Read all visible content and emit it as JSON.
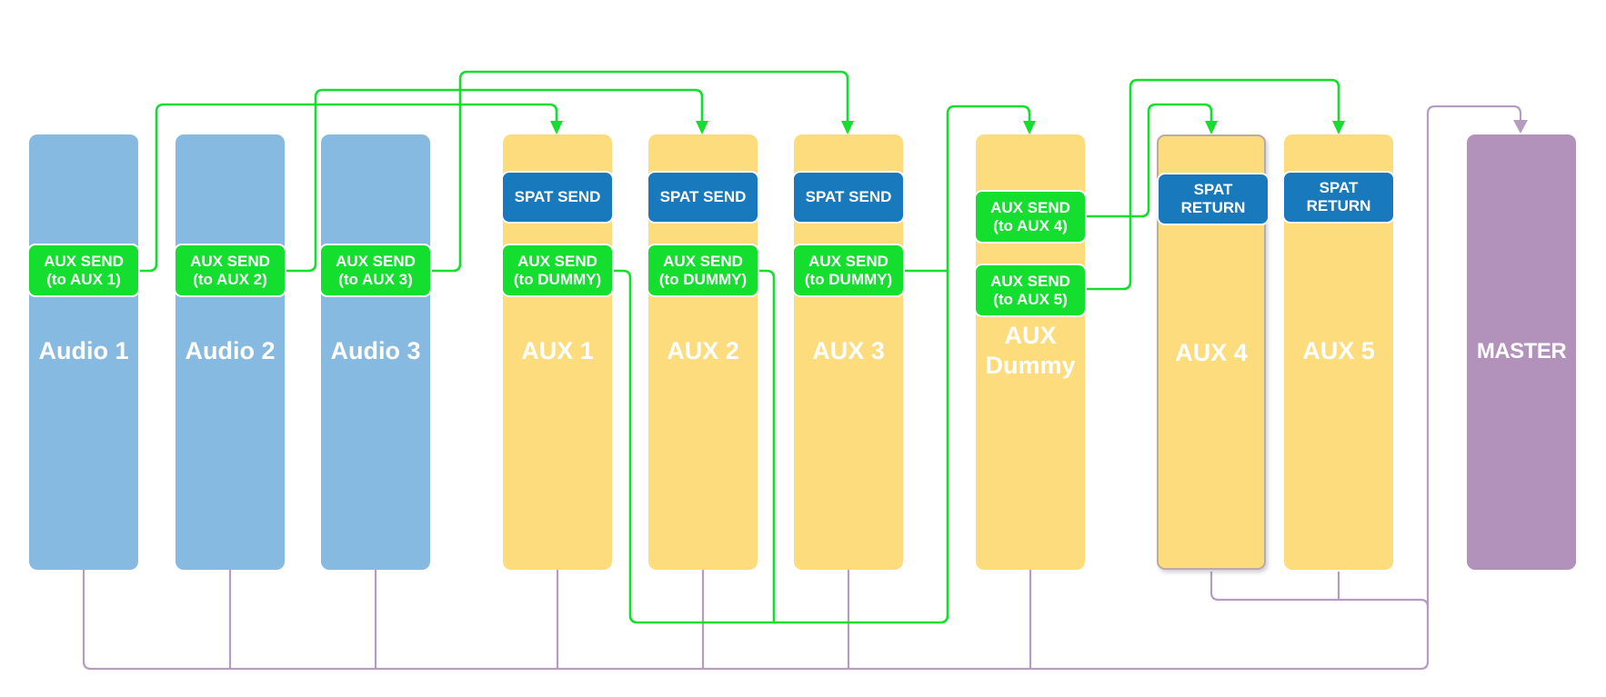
{
  "diagram_title": "",
  "colors": {
    "background": "#FFFFFF",
    "audio_channel": "#87BAE0",
    "aux_channel": "#FCDC7D",
    "master_channel": "#B291BA",
    "send_badge": "#14DF2E",
    "spat_badge": "#1879BC",
    "send_wire": "#14DF2E",
    "master_wire": "#B59CC0",
    "aux4_border": "#B8ABA8",
    "badge_text": "#FFFFFF",
    "label_text": "#FFFFFF"
  },
  "channels": [
    {
      "id": "audio-1",
      "label": "Audio 1",
      "type": "audio",
      "badges": [
        {
          "style": "green",
          "line1": "AUX SEND",
          "line2": "(to AUX 1)"
        }
      ]
    },
    {
      "id": "audio-2",
      "label": "Audio 2",
      "type": "audio",
      "badges": [
        {
          "style": "green",
          "line1": "AUX SEND",
          "line2": "(to AUX 2)"
        }
      ]
    },
    {
      "id": "audio-3",
      "label": "Audio 3",
      "type": "audio",
      "badges": [
        {
          "style": "green",
          "line1": "AUX SEND",
          "line2": "(to AUX 3)"
        }
      ]
    },
    {
      "id": "aux-1",
      "label": "AUX 1",
      "type": "aux",
      "badges": [
        {
          "style": "blue",
          "line1": "SPAT SEND"
        },
        {
          "style": "green",
          "line1": "AUX SEND",
          "line2": "(to DUMMY)"
        }
      ]
    },
    {
      "id": "aux-2",
      "label": "AUX 2",
      "type": "aux",
      "badges": [
        {
          "style": "blue",
          "line1": "SPAT SEND"
        },
        {
          "style": "green",
          "line1": "AUX SEND",
          "line2": "(to DUMMY)"
        }
      ]
    },
    {
      "id": "aux-3",
      "label": "AUX 3",
      "type": "aux",
      "badges": [
        {
          "style": "blue",
          "line1": "SPAT SEND"
        },
        {
          "style": "green",
          "line1": "AUX SEND",
          "line2": "(to DUMMY)"
        }
      ]
    },
    {
      "id": "aux-dummy",
      "label": "AUX",
      "label_line2": "Dummy",
      "type": "aux",
      "badges": [
        {
          "style": "green",
          "line1": "AUX SEND",
          "line2": "(to AUX 4)"
        },
        {
          "style": "green",
          "line1": "AUX SEND",
          "line2": "(to AUX 5)"
        }
      ]
    },
    {
      "id": "aux-4",
      "label": "AUX 4",
      "type": "aux",
      "bordered": true,
      "badges": [
        {
          "style": "blue",
          "line1": "SPAT",
          "line2": "RETURN"
        }
      ]
    },
    {
      "id": "aux-5",
      "label": "AUX 5",
      "type": "aux",
      "badges": [
        {
          "style": "blue",
          "line1": "SPAT",
          "line2": "RETURN"
        }
      ]
    },
    {
      "id": "master",
      "label": "MASTER",
      "type": "master",
      "badges": []
    }
  ],
  "connections": [
    {
      "from": "Audio 1 AUX SEND (to AUX 1)",
      "to": "AUX 1",
      "color": "green"
    },
    {
      "from": "Audio 2 AUX SEND (to AUX 2)",
      "to": "AUX 2",
      "color": "green"
    },
    {
      "from": "Audio 3 AUX SEND (to AUX 3)",
      "to": "AUX 3",
      "color": "green"
    },
    {
      "from": "AUX 1 AUX SEND (to DUMMY)",
      "to": "AUX Dummy",
      "color": "green"
    },
    {
      "from": "AUX 2 AUX SEND (to DUMMY)",
      "to": "AUX Dummy",
      "color": "green"
    },
    {
      "from": "AUX 3 AUX SEND (to DUMMY)",
      "to": "AUX Dummy",
      "color": "green"
    },
    {
      "from": "AUX Dummy AUX SEND (to AUX 4)",
      "to": "AUX 4",
      "color": "green"
    },
    {
      "from": "AUX Dummy AUX SEND (to AUX 5)",
      "to": "AUX 5",
      "color": "green"
    },
    {
      "from": "Audio 1, Audio 2, Audio 3, AUX 1, AUX 2, AUX 3, AUX Dummy, AUX 4, AUX 5 outputs",
      "to": "MASTER",
      "color": "purple"
    }
  ]
}
